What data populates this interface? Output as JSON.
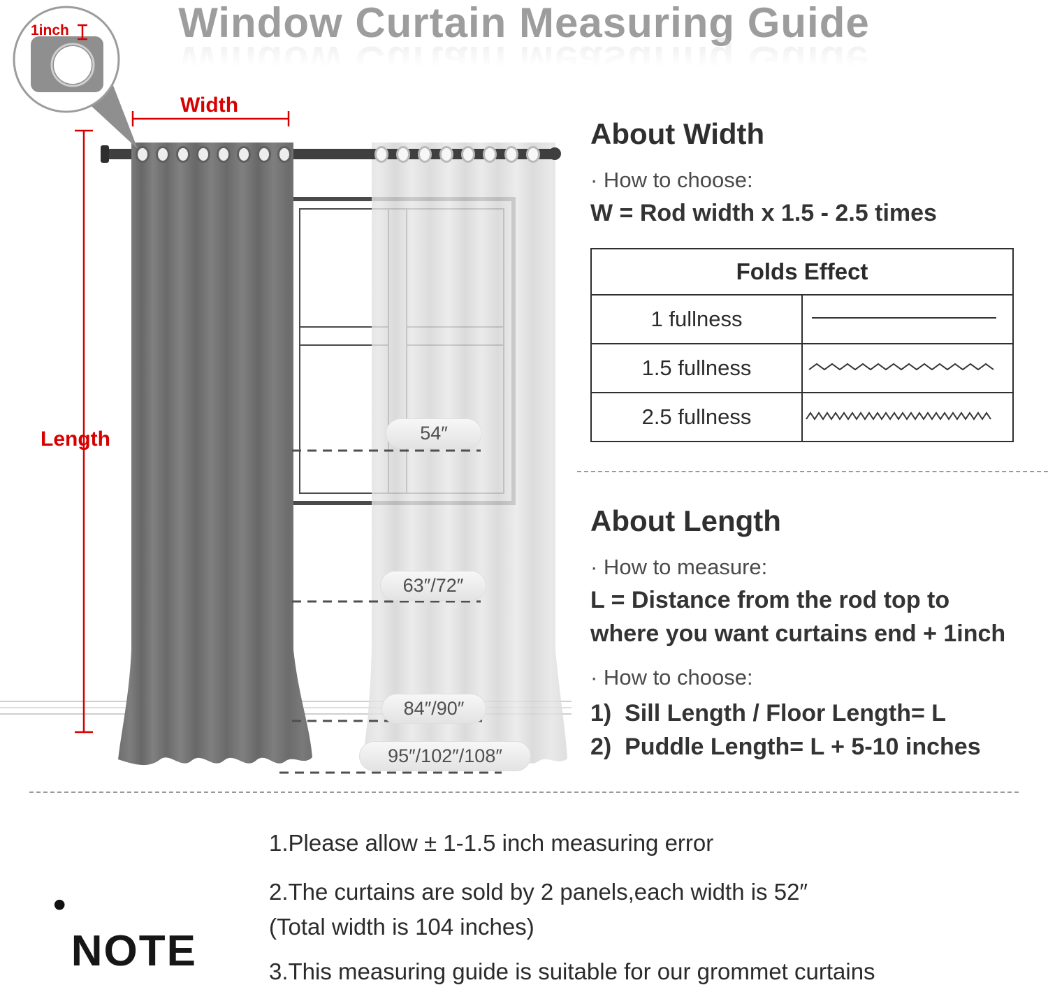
{
  "title": "Window Curtain Measuring Guide",
  "diagram": {
    "magnifier_label": "1inch",
    "width_label": "Width",
    "length_label": "Length",
    "length_markers": [
      "54″",
      "63″/72″",
      "84″/90″",
      "95″/102″/108″"
    ]
  },
  "about_width": {
    "heading": "About Width",
    "how_to_choose_label": "· How to choose:",
    "formula": "W = Rod width x 1.5 - 2.5 times",
    "table": {
      "header": "Folds Effect",
      "rows": [
        {
          "label": "1 fullness",
          "style": "straight"
        },
        {
          "label": "1.5 fullness",
          "style": "wave"
        },
        {
          "label": "2.5 fullness",
          "style": "dense-wave"
        }
      ]
    }
  },
  "about_length": {
    "heading": "About Length",
    "how_to_measure_label": "· How to measure:",
    "measure_formula_line1": "L = Distance from the rod top to",
    "measure_formula_line2": "where you want curtains end + 1inch",
    "how_to_choose_label": "· How to choose:",
    "choice1": "1)  Sill Length / Floor Length= L",
    "choice2": "2)  Puddle Length= L + 5-10 inches"
  },
  "note": {
    "bullet": "•",
    "label": "NOTE",
    "items": [
      "1.Please allow ± 1-1.5 inch measuring error",
      "2.The curtains are sold by 2 panels,each width is 52″",
      "(Total width is 104 inches)",
      "3.This measuring guide is suitable for our grommet curtains"
    ]
  },
  "colors": {
    "accent_red": "#d70000",
    "title_gray": "#9d9d9d",
    "text_dark": "#2f2f2f",
    "curtain_dark": "#707070",
    "curtain_light": "#d9d9d9"
  }
}
